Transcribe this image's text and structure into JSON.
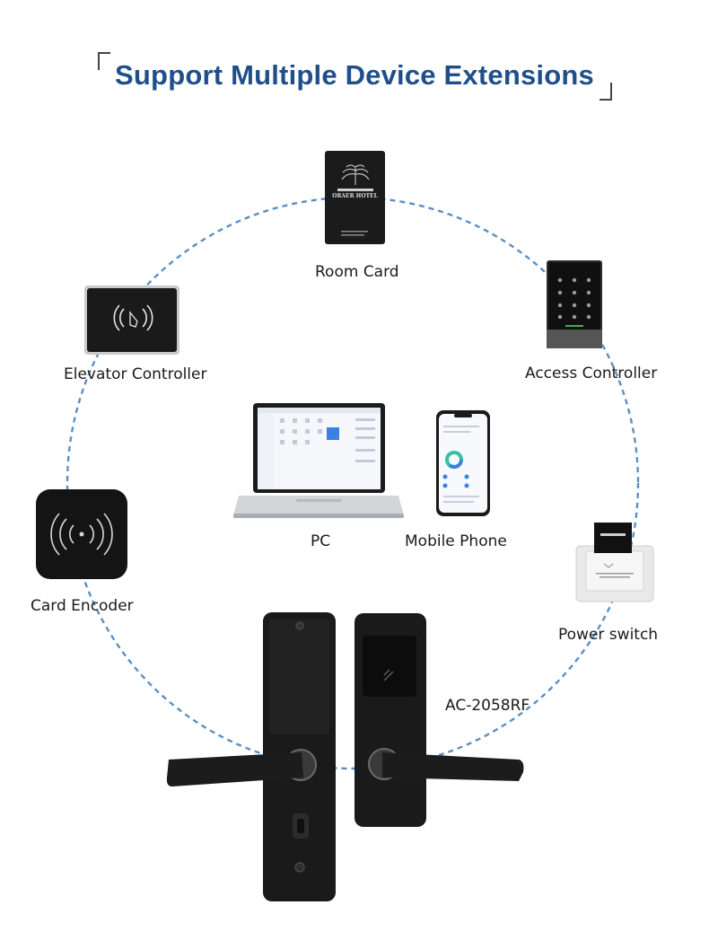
{
  "title": "Support Multiple Device Extensions",
  "accent_color": "#1f4f8a",
  "circle_color": "#5b8fc4",
  "devices": {
    "room_card": {
      "label": "Room Card",
      "card_text": "ORAER HOTEL",
      "icon": "room-card-icon"
    },
    "access_controller": {
      "label": "Access Controller",
      "icon": "keypad-icon"
    },
    "elevator_controller": {
      "label": "Elevator Controller",
      "icon": "rfid-reader-icon"
    },
    "card_encoder": {
      "label": "Card Encoder",
      "icon": "card-encoder-icon"
    },
    "power_switch": {
      "label": "Power switch",
      "icon": "power-switch-icon"
    },
    "pc": {
      "label": "PC",
      "icon": "laptop-icon"
    },
    "mobile_phone": {
      "label": "Mobile Phone",
      "icon": "smartphone-icon"
    },
    "lock": {
      "label": "AC-2058RF",
      "icon": "door-lock-icon"
    }
  }
}
